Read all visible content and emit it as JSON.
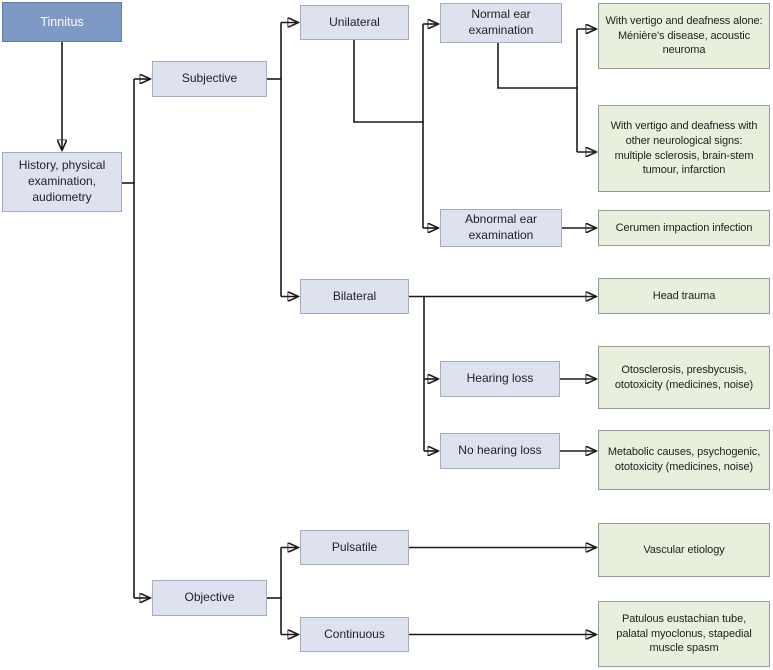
{
  "palette": {
    "root_fill": "#7e99c4",
    "root_border": "#5d7eae",
    "root_text": "#ffffff",
    "step_fill": "#dde2ee",
    "step_border": "#a4abc5",
    "outcome_fill": "#e8efdc",
    "outcome_border": "#8e9e8e",
    "line_color": "#1a1a1a"
  },
  "nodes": {
    "tinnitus": {
      "label": "Tinnitus"
    },
    "history": {
      "label": "History, physical\nexamination,\naudiometry"
    },
    "subjective": {
      "label": "Subjective"
    },
    "objective": {
      "label": "Objective"
    },
    "unilateral": {
      "label": "Unilateral"
    },
    "bilateral": {
      "label": "Bilateral"
    },
    "pulsatile": {
      "label": "Pulsatile"
    },
    "continuous": {
      "label": "Continuous"
    },
    "normal_ear": {
      "label": "Normal ear\nexamination"
    },
    "abnormal_ear": {
      "label": "Abnormal ear\nexamination"
    },
    "hearing_loss": {
      "label": "Hearing loss"
    },
    "no_hearing_loss": {
      "label": "No hearing loss"
    },
    "vertigo_alone": {
      "label": "With vertigo and deafness alone:\nMénière's disease, acoustic\nneuroma"
    },
    "vertigo_neuro": {
      "label": "With vertigo and deafness with\nother neurological signs:\nmultiple sclerosis, brain-stem\ntumour, infarction"
    },
    "cerumen": {
      "label": "Cerumen impaction infection"
    },
    "head_trauma": {
      "label": "Head trauma"
    },
    "otosclerosis": {
      "label": "Otosclerosis, presbycusis,\nototoxicity (medicines, noise)"
    },
    "metabolic": {
      "label": "Metabolic causes, psychogenic,\nototoxicity (medicines, noise)"
    },
    "vascular": {
      "label": "Vascular etiology"
    },
    "patulous": {
      "label": "Patulous eustachian tube,\npalatal myoclonus, stapedial\nmuscle spasm"
    }
  }
}
